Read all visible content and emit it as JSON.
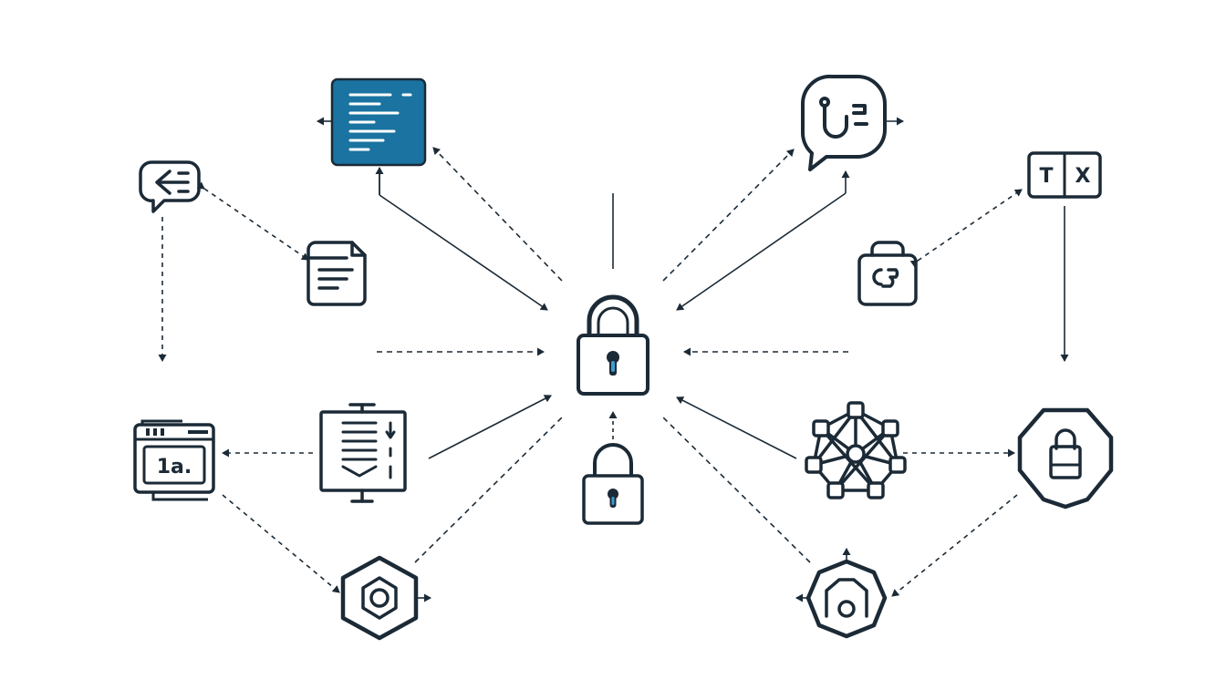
{
  "colors": {
    "stroke": "#1b2a36",
    "accent": "#1a73a0",
    "accent_light": "#3d9bd0",
    "background": "#ffffff"
  },
  "diagram": {
    "center_icon": "padlock-icon",
    "nodes": [
      {
        "id": "document-editor",
        "icon": "document-lines-icon",
        "highlighted": true
      },
      {
        "id": "chat-bubble-left",
        "icon": "chat-arrow-icon"
      },
      {
        "id": "file-list",
        "icon": "file-icon"
      },
      {
        "id": "browser-window",
        "icon": "browser-window-icon"
      },
      {
        "id": "presentation-board",
        "icon": "presentation-board-icon"
      },
      {
        "id": "hex-nut-left",
        "icon": "hex-nut-icon"
      },
      {
        "id": "small-padlock",
        "icon": "padlock-icon"
      },
      {
        "id": "chat-bubble-right",
        "icon": "chat-hook-icon"
      },
      {
        "id": "translate-box",
        "icon": "translate-icon"
      },
      {
        "id": "bag-lock",
        "icon": "bag-icon"
      },
      {
        "id": "network-hub",
        "icon": "network-icon"
      },
      {
        "id": "shield-lock",
        "icon": "shield-lock-icon"
      },
      {
        "id": "hex-camera",
        "icon": "hex-camera-icon"
      }
    ]
  },
  "labels": {
    "browser_window_text": "1a.",
    "translate_left": "T",
    "translate_right": "X"
  }
}
